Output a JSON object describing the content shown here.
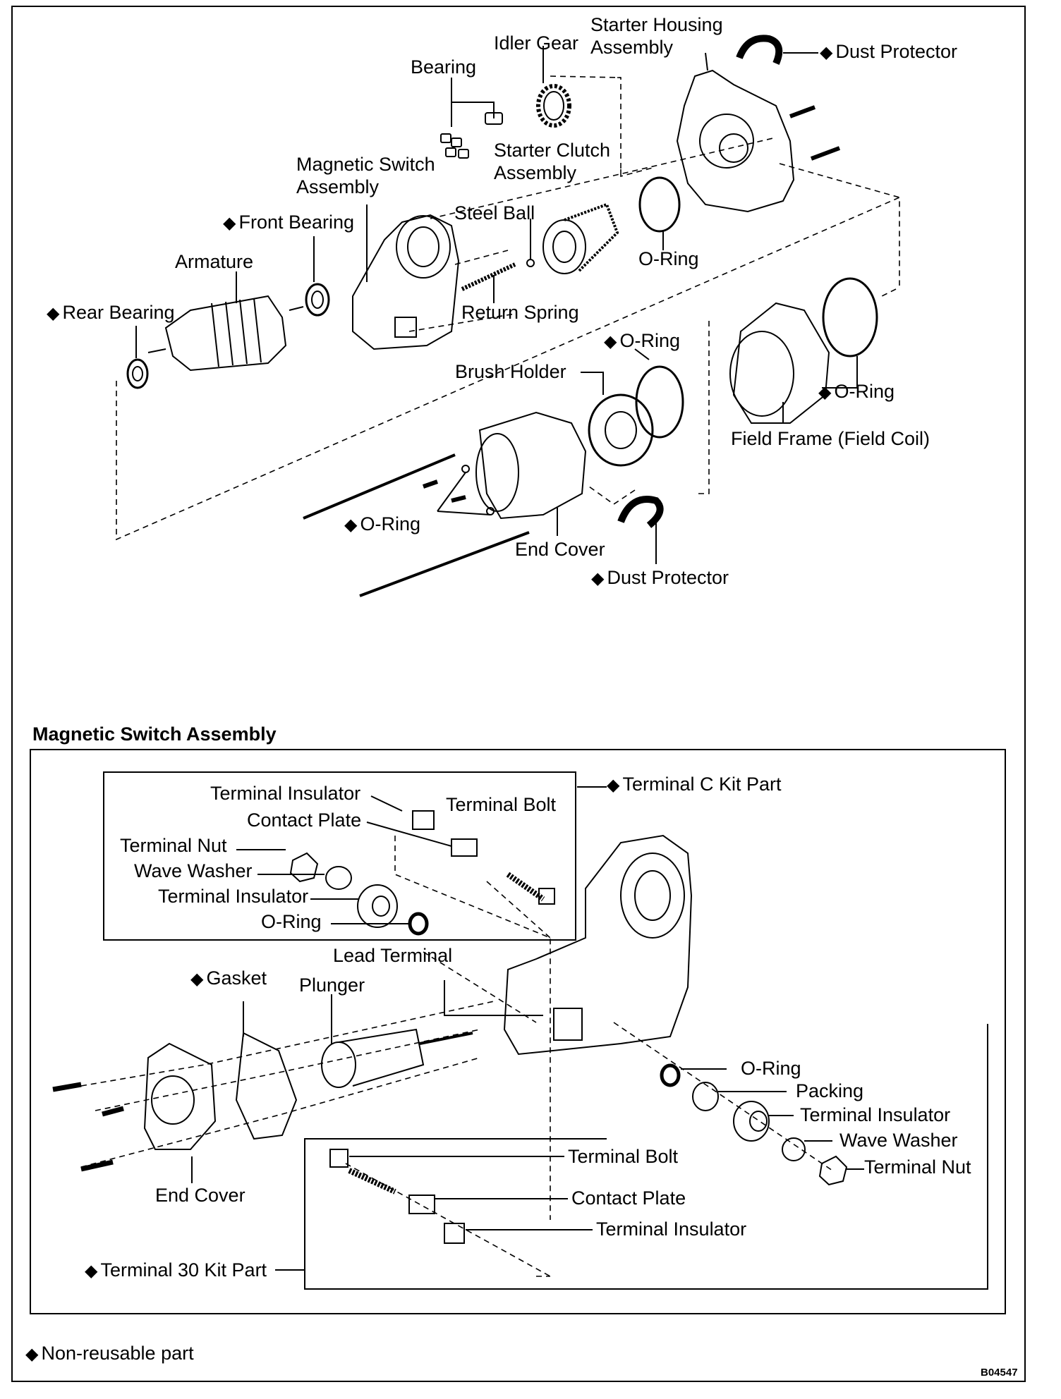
{
  "diamond": "◆",
  "labels": {
    "starter_housing_1": "Starter Housing",
    "starter_housing_2": "Assembly",
    "idler_gear": "Idler Gear",
    "bearing": "Bearing",
    "dust_protector_top": "Dust Protector",
    "starter_clutch_1": "Starter Clutch",
    "starter_clutch_2": "Assembly",
    "magnetic_switch_1": "Magnetic Switch",
    "magnetic_switch_2": "Assembly",
    "front_bearing": "Front Bearing",
    "steel_ball": "Steel Ball",
    "o_ring_upper": "O-Ring",
    "armature": "Armature",
    "return_spring": "Return Spring",
    "rear_bearing": "Rear Bearing",
    "o_ring_field": "O-Ring",
    "brush_holder": "Brush Holder",
    "o_ring_right": "O-Ring",
    "field_frame": "Field Frame (Field Coil)",
    "o_ring_bolts": "O-Ring",
    "end_cover": "End Cover",
    "dust_protector_bottom": "Dust Protector"
  },
  "section": {
    "title": "Magnetic Switch Assembly",
    "terminal_c_kit": "Terminal C Kit Part",
    "terminal_insulator_a": "Terminal Insulator",
    "terminal_bolt_a": "Terminal Bolt",
    "contact_plate_a": "Contact Plate",
    "terminal_nut_a": "Terminal Nut",
    "wave_washer_a": "Wave Washer",
    "terminal_insulator_b": "Terminal Insulator",
    "o_ring_a": "O-Ring",
    "lead_terminal": "Lead Terminal",
    "gasket": "Gasket",
    "plunger": "Plunger",
    "o_ring_b": "O-Ring",
    "packing": "Packing",
    "terminal_insulator_c": "Terminal Insulator",
    "wave_washer_b": "Wave Washer",
    "terminal_nut_b": "Terminal Nut",
    "terminal_bolt_b": "Terminal Bolt",
    "contact_plate_b": "Contact Plate",
    "terminal_insulator_d": "Terminal Insulator",
    "end_cover": "End Cover",
    "terminal_30_kit": "Terminal 30 Kit Part"
  },
  "legend": "Non-reusable part",
  "code": "B04547"
}
